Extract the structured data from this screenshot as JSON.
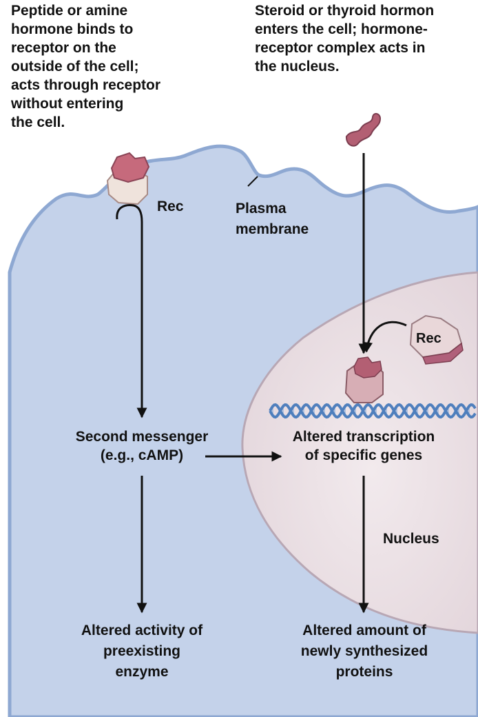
{
  "peptide_note": {
    "lines": [
      "Peptide or amine",
      "hormone binds to",
      "receptor on the",
      "outside of the cell;",
      "acts through receptor",
      "without entering",
      "the cell."
    ]
  },
  "steroid_note": {
    "lines": [
      "Steroid or thyroid hormon",
      "enters the cell; hormone-",
      "receptor complex acts in",
      "the nucleus."
    ]
  },
  "labels": {
    "rec_membrane": "Rec",
    "rec_nuclear": "Rec",
    "plasma_membrane": [
      "Plasma",
      "membrane"
    ],
    "nucleus": "Nucleus",
    "second_messenger": [
      "Second messenger",
      "(e.g., cAMP)"
    ],
    "altered_transcription": [
      "Altered transcription",
      "of specific genes"
    ],
    "altered_activity": [
      "Altered activity of",
      "preexisting",
      "enzyme"
    ],
    "altered_amount": [
      "Altered amount of",
      "newly synthesized",
      "proteins"
    ]
  },
  "colors": {
    "cell_fill": "#c4d2ea",
    "cell_edge": "#8ea8d2",
    "nucleus_fill": "#eadfe2",
    "nucleus_edge": "#b8a7b4",
    "dna": "#4f7fbd",
    "receptor": "#c97e88",
    "hormone": "#b35f73",
    "arrow": "#111111"
  }
}
